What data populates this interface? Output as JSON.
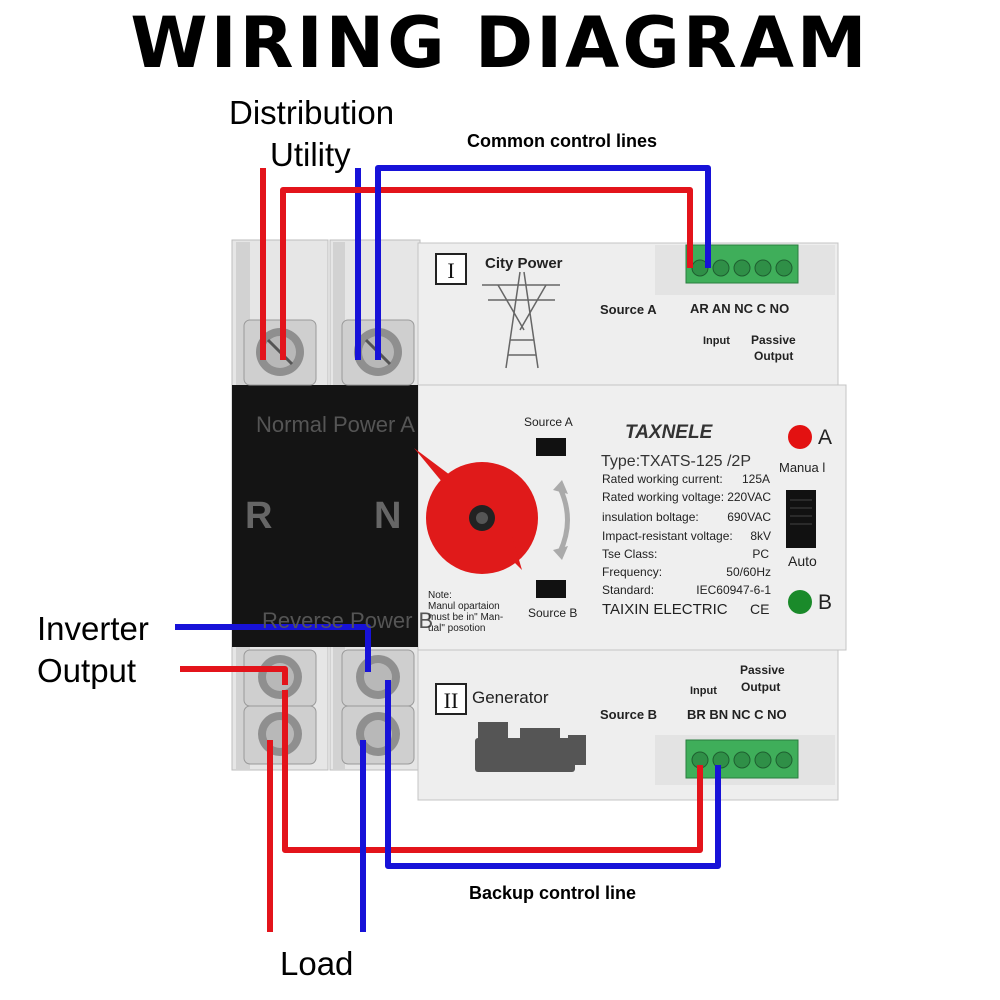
{
  "title": "WIRING DIAGRAM",
  "labels": {
    "distribution": "Distribution",
    "utility": "Utility",
    "common_control": "Common control lines",
    "inverter": "Inverter",
    "output": "Output",
    "backup_control": "Backup control line",
    "load": "Load"
  },
  "device": {
    "module_i": "I",
    "city_power": "City  Power",
    "source_a": "Source A",
    "top_terms": "AR AN NC C NO",
    "input": "Input",
    "passive": "Passive",
    "output": "Output",
    "normal_power": "Normal  Power  A",
    "reverse_power": "Reverse  Power  B",
    "r": "R",
    "n": "N",
    "window_a": "Source  A",
    "window_b": "Source  B",
    "note": [
      "Note:",
      "Manul opartaion",
      "must be in\" Man-",
      "ual\"  posotion"
    ],
    "brand": "TAXNELE",
    "type": "Type:TXATS-125 /2P",
    "specs": [
      {
        "k": "Rated working current:",
        "v": "125A"
      },
      {
        "k": "Rated working voltage:",
        "v": "220VAC"
      },
      {
        "k": "insulation boltage:",
        "v": "690VAC"
      },
      {
        "k": "Impact-resistant voltage:",
        "v": "8kV"
      },
      {
        "k": "Tse  Class:",
        "v": "PC"
      },
      {
        "k": "Frequency:",
        "v": "50/60Hz"
      },
      {
        "k": "Standard:",
        "v": "IEC60947-6-1"
      }
    ],
    "maker": "TAIXIN ELECTRIC",
    "ce": "CE",
    "led_a": "A",
    "led_b": "B",
    "manual": "Manua l",
    "auto": "Auto",
    "module_ii": "II",
    "generator": "Generator",
    "source_b": "Source B",
    "bottom_terms": "BR BN NC C NO"
  },
  "colors": {
    "live": "#e3141b",
    "neutral": "#1712d8",
    "terminal": "#3fae5a",
    "knob": "#e01a1a",
    "body": "#ececec"
  }
}
